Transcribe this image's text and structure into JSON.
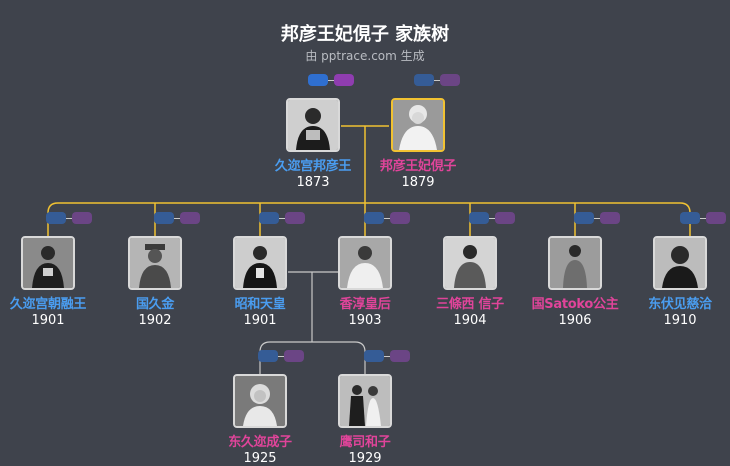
{
  "header": {
    "title": "邦彦王妃俔子 家族树",
    "subtitle": "由 pptrace.com 生成"
  },
  "colors": {
    "background": "#3f434c",
    "male": "#4a9df0",
    "female": "#e0449a",
    "spouse_line": "#f1c232",
    "child_line": "#c9c9c9"
  },
  "people": {
    "father": {
      "name": "久迩宫邦彦王",
      "year": "1873",
      "gender": "male"
    },
    "mother": {
      "name": "邦彦王妃俔子",
      "year": "1879",
      "gender": "female"
    },
    "c1": {
      "name": "久迩宫朝融王",
      "year": "1901",
      "gender": "male"
    },
    "c2": {
      "name": "国久金",
      "year": "1902",
      "gender": "male"
    },
    "c3": {
      "name": "昭和天皇",
      "year": "1901",
      "gender": "male"
    },
    "c4": {
      "name": "香淳皇后",
      "year": "1903",
      "gender": "female"
    },
    "c5": {
      "name": "三條西 信子",
      "year": "1904",
      "gender": "female"
    },
    "c6": {
      "name": "国Satoko公主",
      "year": "1906",
      "gender": "female"
    },
    "c7": {
      "name": "东伏见慈洽",
      "year": "1910",
      "gender": "male"
    },
    "g1": {
      "name": "东久迩成子",
      "year": "1925",
      "gender": "female"
    },
    "g2": {
      "name": "鹰司和子",
      "year": "1929",
      "gender": "female"
    }
  }
}
